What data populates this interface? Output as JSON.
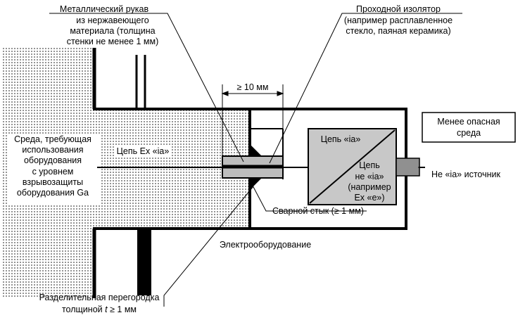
{
  "labels": {
    "metal_sleeve": [
      "Металлический рукав",
      "из нержавеющего",
      "материала (толщина",
      "стенки не менее 1 мм)"
    ],
    "bushing": [
      "Проходной изолятор",
      "(например расплавленное",
      "стекло, паяная керамика)"
    ],
    "distance": "≥ 10 мм",
    "less_hazardous": [
      "Менее опасная",
      "среда"
    ],
    "environment": [
      "Среда, требующая",
      "использования",
      "оборудования",
      "с уровнем",
      "взрывозащиты",
      "оборудования Ga"
    ],
    "circuit_exia": "Цепь Ex «ia»",
    "circuit_ia": "Цепь «ia»",
    "circuit_non_ia": [
      "Цепь",
      "не «ia»",
      "(например",
      "Ex «e»)"
    ],
    "non_ia_source": "Не «ia» источник",
    "weld": "Сварной стык (≥ 1 мм)",
    "equipment": "Электрооборудование",
    "partition_line1": "Разделительная перегородка",
    "partition_line2_prefix": "толщиной ",
    "partition_line2_var": "t",
    "partition_line2_suffix": " ≥ 1 мм"
  },
  "colors": {
    "ink": "#000000",
    "dot_fill": "#000000",
    "box_gray": "#c8c8c8",
    "connector_gray": "#909090",
    "sleeve_gray": "#bdbdbd"
  }
}
